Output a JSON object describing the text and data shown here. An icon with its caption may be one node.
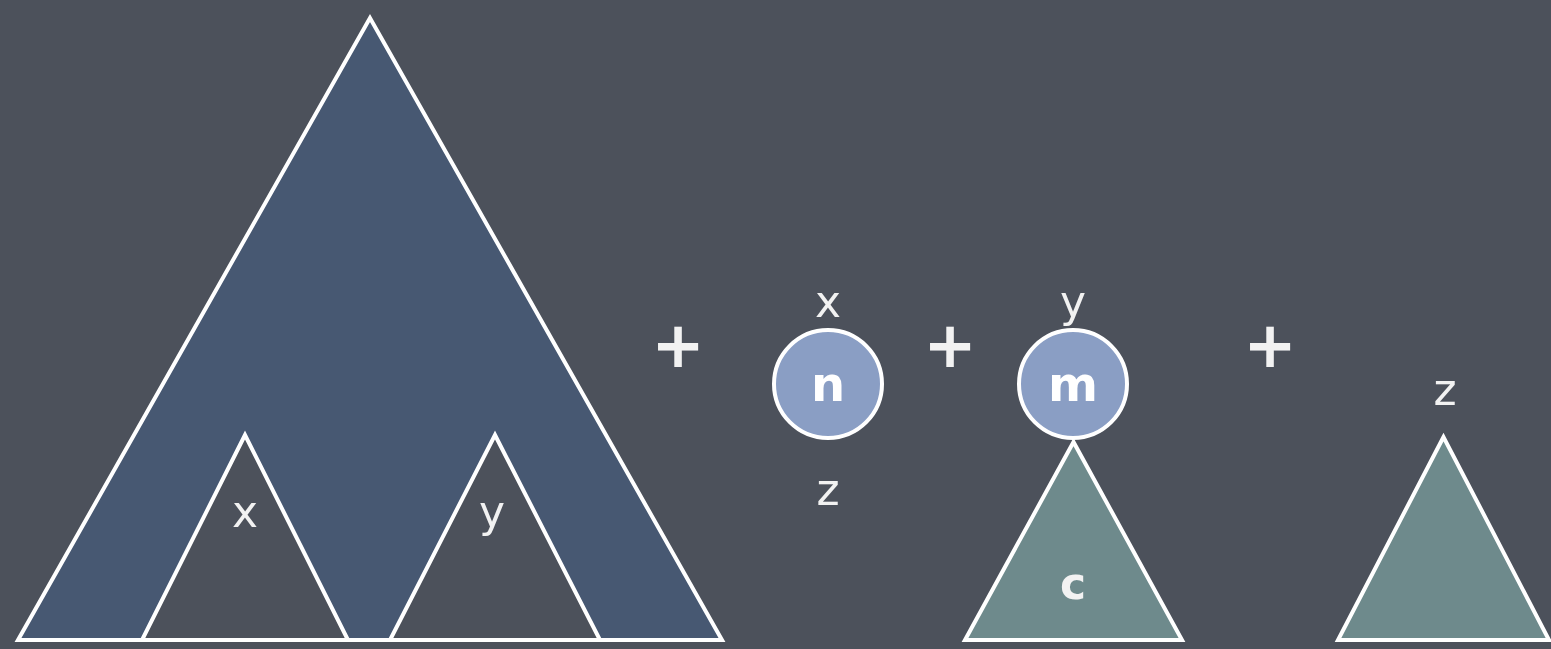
{
  "diagram": {
    "nodes": [
      {
        "text": [],
        "shape": "triangle"
      },
      {
        "text": [
          "x"
        ],
        "in": 0
      },
      {
        "text": [
          "y"
        ],
        "in": 0
      },
      {
        "text": [
          "n"
        ],
        "beside": [
          "x",
          "z"
        ]
      },
      {
        "text": [
          "m"
        ],
        "beside": [
          "y"
        ]
      },
      {
        "text": [
          "c"
        ]
      },
      {
        "text": [],
        "shape": "triangle",
        "beside": [
          "z"
        ]
      }
    ],
    "edges": [],
    "labels": [
      "+",
      "+",
      "+"
    ]
  }
}
